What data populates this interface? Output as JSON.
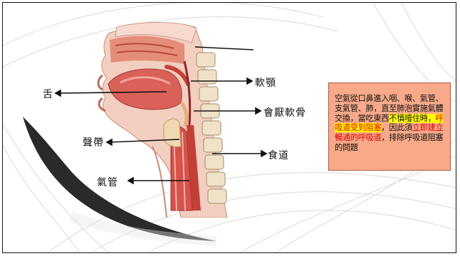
{
  "labels": {
    "tongue": "舌",
    "soft_palate": "軟顎",
    "epiglottis": "會厭軟骨",
    "vocal_cords": "聲帶",
    "esophagus": "食道",
    "trachea": "氣管"
  },
  "note": {
    "seg1": "空氣從口鼻進入咽、喉、氣管、支氣管、肺，直至肺泡實施氣體交換，當吃東西",
    "seg2": "不慎噎住時，",
    "seg3": "呼吸道受到阻塞",
    "seg4": "，因此須",
    "seg5": "立即建立暢通的呼吸道",
    "seg6": "，排除呼吸道阻塞的問題"
  },
  "colors": {
    "note_bg": "#f7a98a",
    "highlight": "#ffff00",
    "emphasis_red": "#e00000",
    "swoosh": "#2a2a2a"
  }
}
